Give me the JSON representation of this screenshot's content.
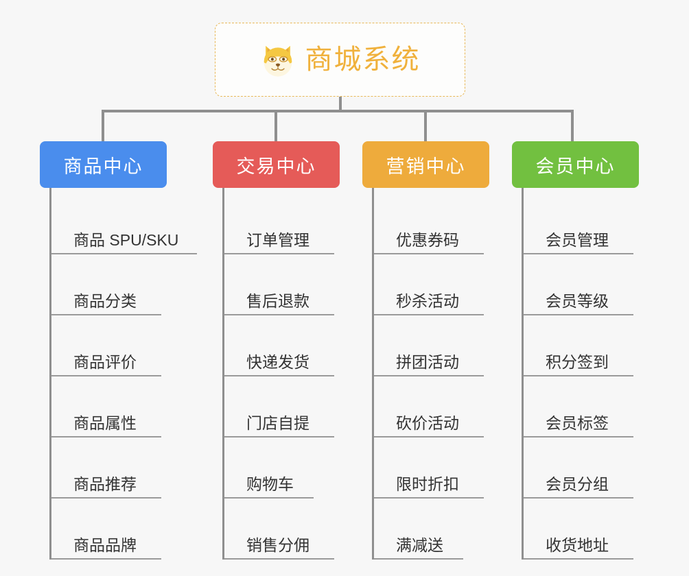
{
  "root": {
    "title": "商城系统",
    "icon": "shiba-inu-emoji"
  },
  "theme": {
    "background": "#f7f7f7",
    "root_border": "#e8b857",
    "root_text": "#f0b13c",
    "connector": "#8f8f8f",
    "leaf_text": "#333333",
    "leaf_rule": "#9a9a9a"
  },
  "columns": [
    {
      "title": "商品中心",
      "color": "#4a8ded",
      "items": [
        "商品 SPU/SKU",
        "商品分类",
        "商品评价",
        "商品属性",
        "商品推荐",
        "商品品牌"
      ]
    },
    {
      "title": "交易中心",
      "color": "#e55b58",
      "items": [
        "订单管理",
        "售后退款",
        "快递发货",
        "门店自提",
        "购物车",
        "销售分佣"
      ]
    },
    {
      "title": "营销中心",
      "color": "#eeab3c",
      "items": [
        "优惠券码",
        "秒杀活动",
        "拼团活动",
        "砍价活动",
        "限时折扣",
        "满减送"
      ]
    },
    {
      "title": "会员中心",
      "color": "#72c040",
      "items": [
        "会员管理",
        "会员等级",
        "积分签到",
        "会员标签",
        "会员分组",
        "收货地址"
      ]
    }
  ]
}
